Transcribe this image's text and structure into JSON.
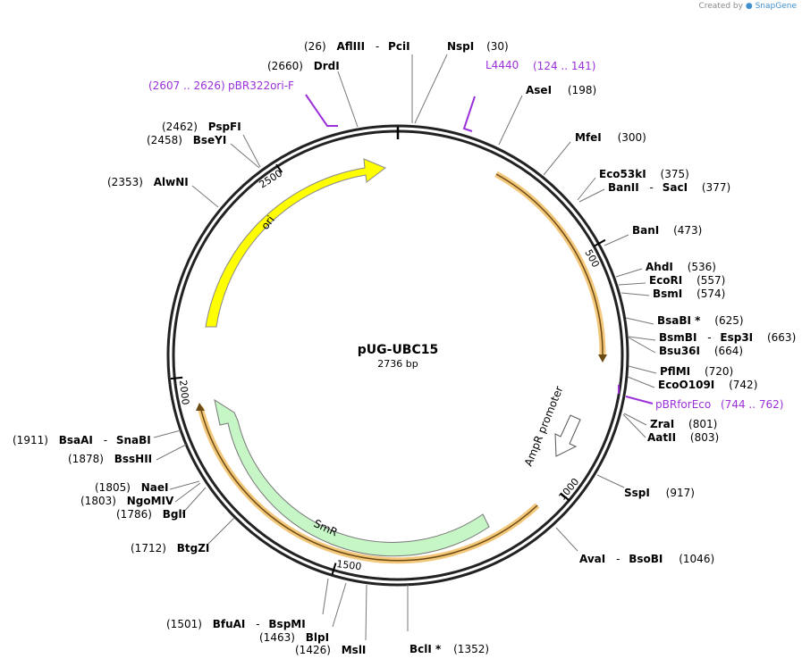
{
  "credit": {
    "text": "Created by",
    "brand": "SnapGene"
  },
  "plasmid": {
    "name": "pUG-UBC15",
    "length_label": "2736 bp",
    "length": 2736
  },
  "ticks": [
    "500",
    "1000",
    "1500",
    "2000",
    "2500"
  ],
  "features": [
    {
      "name": "ori",
      "color": "#ffff00"
    },
    {
      "name": "SmR",
      "color": "#c6f5c6"
    },
    {
      "name": "AmpR promoter",
      "color": "#ffffff"
    },
    {
      "name": "",
      "color": "#f3c77a"
    }
  ],
  "primers": [
    {
      "name": "L4440",
      "range": "(124 .. 141)"
    },
    {
      "name": "pBRforEco",
      "range": "(744 .. 762)"
    },
    {
      "name": "pBR322ori-F",
      "range": "(2607 .. 2626)"
    }
  ],
  "sites": [
    {
      "pos": "(26)",
      "name": "AflIII",
      "alt": "PciI"
    },
    {
      "pos": "(30)",
      "name": "NspI",
      "alt": ""
    },
    {
      "pos": "(198)",
      "name": "AseI",
      "alt": ""
    },
    {
      "pos": "(300)",
      "name": "MfeI",
      "alt": ""
    },
    {
      "pos": "(375)",
      "name": "Eco53kI",
      "alt": ""
    },
    {
      "pos": "(377)",
      "name": "BanII",
      "alt": "SacI"
    },
    {
      "pos": "(473)",
      "name": "BanI",
      "alt": ""
    },
    {
      "pos": "(536)",
      "name": "AhdI",
      "alt": ""
    },
    {
      "pos": "(557)",
      "name": "EcoRI",
      "alt": ""
    },
    {
      "pos": "(574)",
      "name": "BsmI",
      "alt": ""
    },
    {
      "pos": "(625)",
      "name": "BsaBI *",
      "alt": ""
    },
    {
      "pos": "(663)",
      "name": "BsmBI",
      "alt": "Esp3I"
    },
    {
      "pos": "(664)",
      "name": "Bsu36I",
      "alt": ""
    },
    {
      "pos": "(720)",
      "name": "PflMI",
      "alt": ""
    },
    {
      "pos": "(742)",
      "name": "EcoO109I",
      "alt": ""
    },
    {
      "pos": "(801)",
      "name": "ZraI",
      "alt": ""
    },
    {
      "pos": "(803)",
      "name": "AatII",
      "alt": ""
    },
    {
      "pos": "(917)",
      "name": "SspI",
      "alt": ""
    },
    {
      "pos": "(1046)",
      "name": "AvaI",
      "alt": "BsoBI"
    },
    {
      "pos": "(1352)",
      "name": "BclI *",
      "alt": ""
    },
    {
      "pos": "(1426)",
      "name": "MslI",
      "alt": ""
    },
    {
      "pos": "(1463)",
      "name": "BlpI",
      "alt": ""
    },
    {
      "pos": "(1501)",
      "name": "BfuAI",
      "alt": "BspMI"
    },
    {
      "pos": "(1712)",
      "name": "BtgZI",
      "alt": ""
    },
    {
      "pos": "(1786)",
      "name": "BglI",
      "alt": ""
    },
    {
      "pos": "(1803)",
      "name": "NgoMIV",
      "alt": ""
    },
    {
      "pos": "(1805)",
      "name": "NaeI",
      "alt": ""
    },
    {
      "pos": "(1878)",
      "name": "BssHII",
      "alt": ""
    },
    {
      "pos": "(1911)",
      "name": "BsaAI",
      "alt": "SnaBI"
    },
    {
      "pos": "(2353)",
      "name": "AlwNI",
      "alt": ""
    },
    {
      "pos": "(2458)",
      "name": "BseYI",
      "alt": ""
    },
    {
      "pos": "(2462)",
      "name": "PspFI",
      "alt": ""
    },
    {
      "pos": "(2660)",
      "name": "DrdI",
      "alt": ""
    }
  ]
}
